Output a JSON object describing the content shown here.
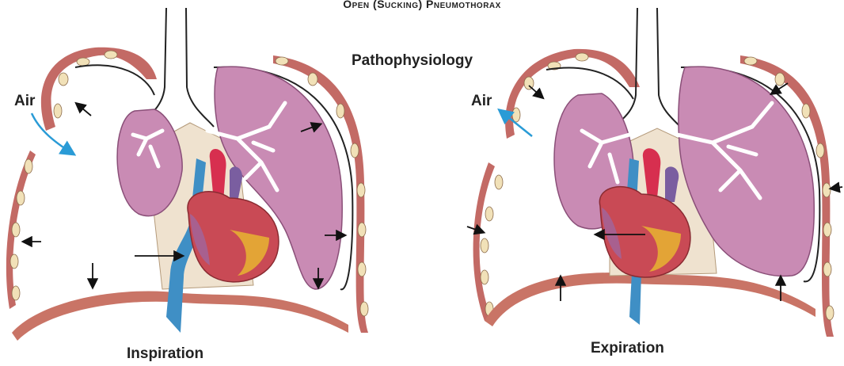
{
  "title": "Open (Sucking) Pneumothorax",
  "subtitle": "Pathophysiology",
  "panels": {
    "left": {
      "air_label": "Air",
      "caption": "Inspiration"
    },
    "right": {
      "air_label": "Air",
      "caption": "Expiration"
    }
  },
  "colors": {
    "lung": "#c98bb4",
    "lung_edge": "#8a4f78",
    "bronchi": "#ffffff",
    "heart": "#c94a55",
    "heart_fat": "#e7b431",
    "aorta": "#d72f4f",
    "vena_cava": "#3f8fc5",
    "pulmonary_artery": "#7a5ea0",
    "ribs": "#b8504a",
    "rib_cartilage": "#f1e1b8",
    "mediastinum": "#efe2cf",
    "air_arrow": "#2a9bd6",
    "arrow": "#111111"
  }
}
